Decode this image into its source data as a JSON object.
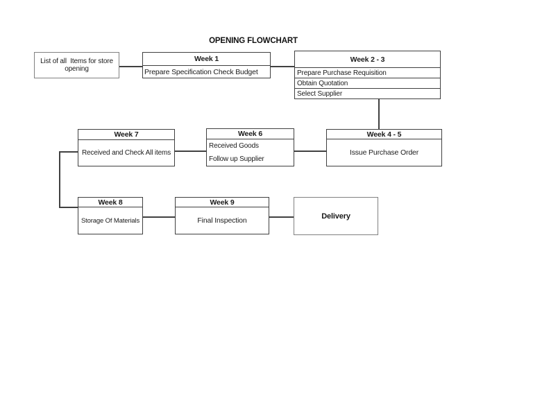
{
  "title": "OPENING FLOWCHART",
  "colors": {
    "border_dark": "#3f3f3f",
    "border_gray": "#808080",
    "connector": "#404040",
    "text": "#1a1a1a",
    "background": "#ffffff"
  },
  "flowchart": {
    "nodes": {
      "list": {
        "label": "List of all  Items for store\nopening"
      },
      "week1": {
        "header": "Week 1",
        "task": "Prepare Specification Check Budget"
      },
      "week23": {
        "header": "Week 2 - 3",
        "tasks": [
          "Prepare Purchase Requisition",
          "Obtain Quotation",
          "Select Supplier"
        ]
      },
      "week7": {
        "header": "Week 7",
        "task": "Received and Check All items"
      },
      "week6": {
        "header": "Week 6",
        "tasks": [
          "Received Goods",
          "Follow up Supplier"
        ]
      },
      "week45": {
        "header": "Week 4 - 5",
        "task": "Issue Purchase Order"
      },
      "week8": {
        "header": "Week 8",
        "task": "Storage Of Materials"
      },
      "week9": {
        "header": "Week 9",
        "task": "Final Inspection"
      },
      "delivery": {
        "label": "Delivery"
      }
    }
  }
}
